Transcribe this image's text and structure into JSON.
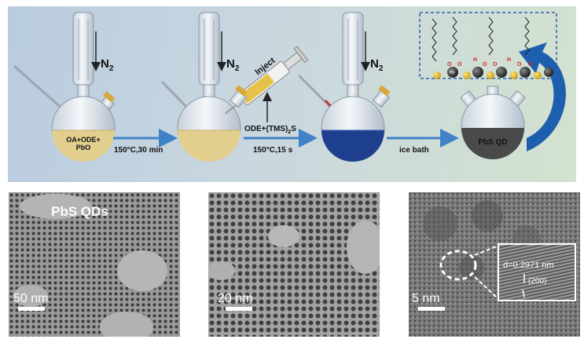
{
  "scheme": {
    "flask1_label_line1": "OA+ODE+",
    "flask1_label_line2": "PbO",
    "gas_label": "N",
    "gas_subscript": "2",
    "step1_label": "150°C,30 min",
    "inject_label": "Inject",
    "reagent_label_pre": "ODE+(TMS)",
    "reagent_label_sub": "2",
    "reagent_label_post": "S",
    "step2_label": "150°C,15 s",
    "step3_label": "ice bath",
    "product_label": "PbS  QD",
    "ligand_atom_label": "O",
    "ligand_h_label": "H",
    "surface_atom_label": "Pb"
  },
  "tem_images": [
    {
      "title": "PbS QDs",
      "scale_bar": "50 nm"
    },
    {
      "title": "",
      "scale_bar": "20 nm"
    },
    {
      "title": "",
      "scale_bar": "5 nm",
      "d_spacing": "d=0.2971 nm",
      "plane": "(200)"
    }
  ],
  "colors": {
    "yellow_solution": "#e2cf8e",
    "blue_solution": "#1e3f8e",
    "product": "#4a4a4a",
    "arrow": "#3f82c8",
    "big_arrow": "#1d5fae",
    "inset_border": "#2e5fb4"
  }
}
